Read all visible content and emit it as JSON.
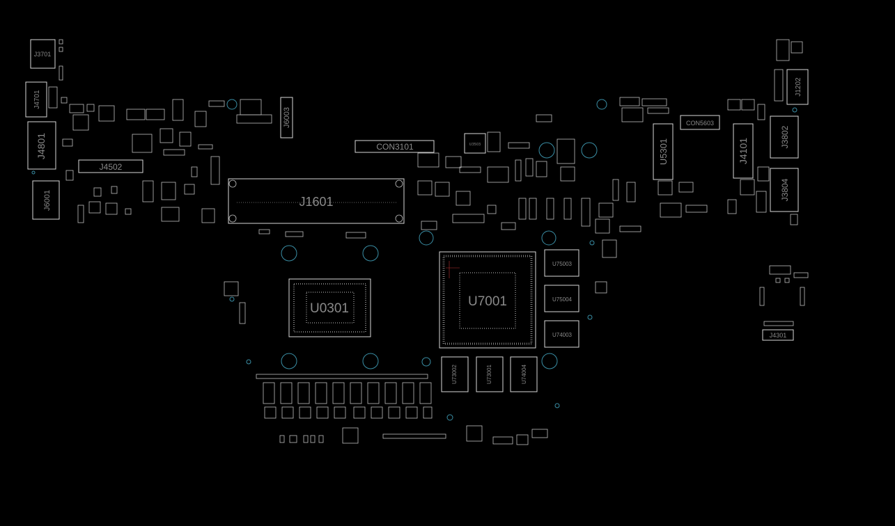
{
  "theme": {
    "background": "#000000",
    "outline": "#d8d8d8",
    "label": "#8a8a8a",
    "hole": "#3a8fa6"
  },
  "designators": {
    "j3701": "J3701",
    "j4701": "J4701",
    "j4801": "J4801",
    "j4502": "J4502",
    "j6001": "J6001",
    "j6003": "J6003",
    "con3101": "CON3101",
    "j1601": "J1601",
    "u0301": "U0301",
    "u7001": "U7001",
    "u75003": "U75003",
    "u75004": "U75004",
    "u74003": "U74003",
    "u73002": "U73002",
    "u73001": "U73001",
    "u74004": "U74004",
    "u3503": "U3503",
    "u5301": "U5301",
    "con5603": "CON5603",
    "j4101": "J4101",
    "j3802": "J3802",
    "j3804": "J3804",
    "j1202": "J1202",
    "j4301": "J4301"
  }
}
